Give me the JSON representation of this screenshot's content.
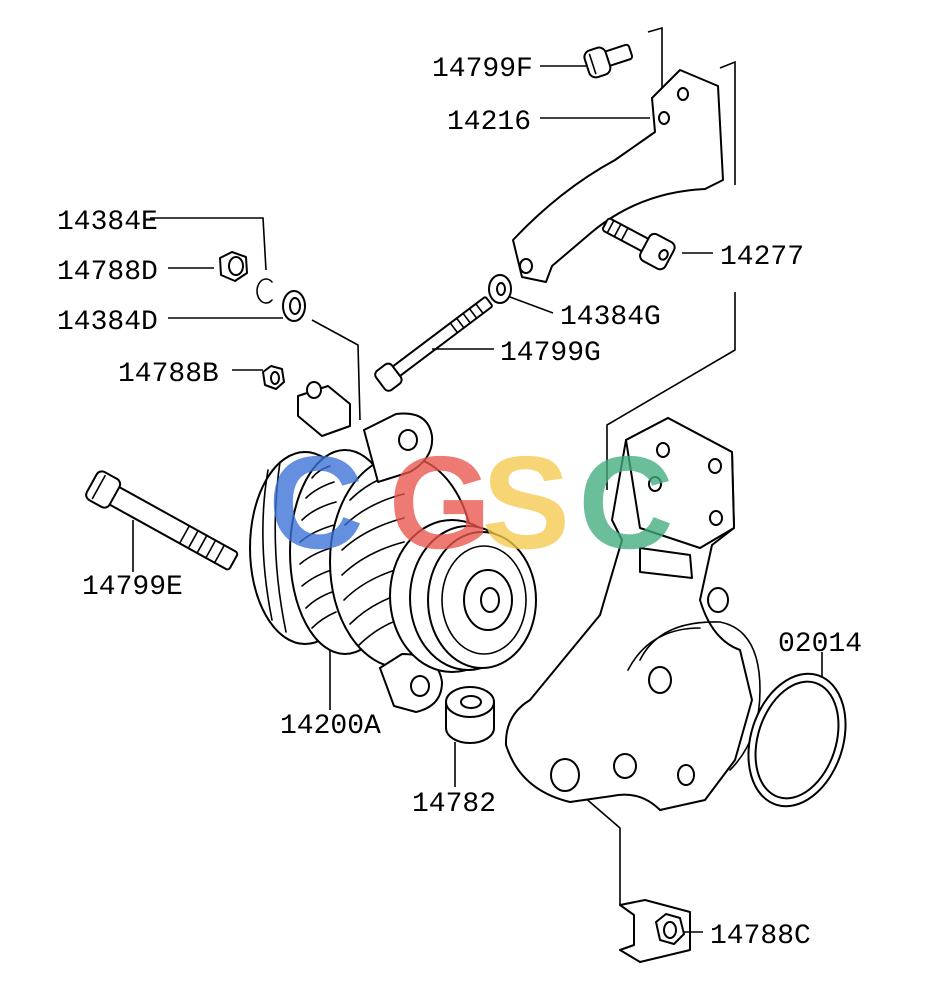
{
  "labels": {
    "bolt_14799F": "14799F",
    "bracket_14216": "14216",
    "clip_14384E": "14384E",
    "nut_14788D": "14788D",
    "washer_14384D": "14384D",
    "bolt_14277": "14277",
    "washer_14384G": "14384G",
    "bolt_14799G": "14799G",
    "nut_14788B": "14788B",
    "bolt_14799E": "14799E",
    "alternator_14200A": "14200A",
    "spacer_14782": "14782",
    "gasket_02014": "02014",
    "nut_14788C": "14788C"
  },
  "watermark": {
    "letters": [
      "C",
      "G",
      "S",
      "C"
    ],
    "colors": [
      "#3a72d8",
      "#e8574c",
      "#f6c94e",
      "#41ad7d"
    ]
  }
}
